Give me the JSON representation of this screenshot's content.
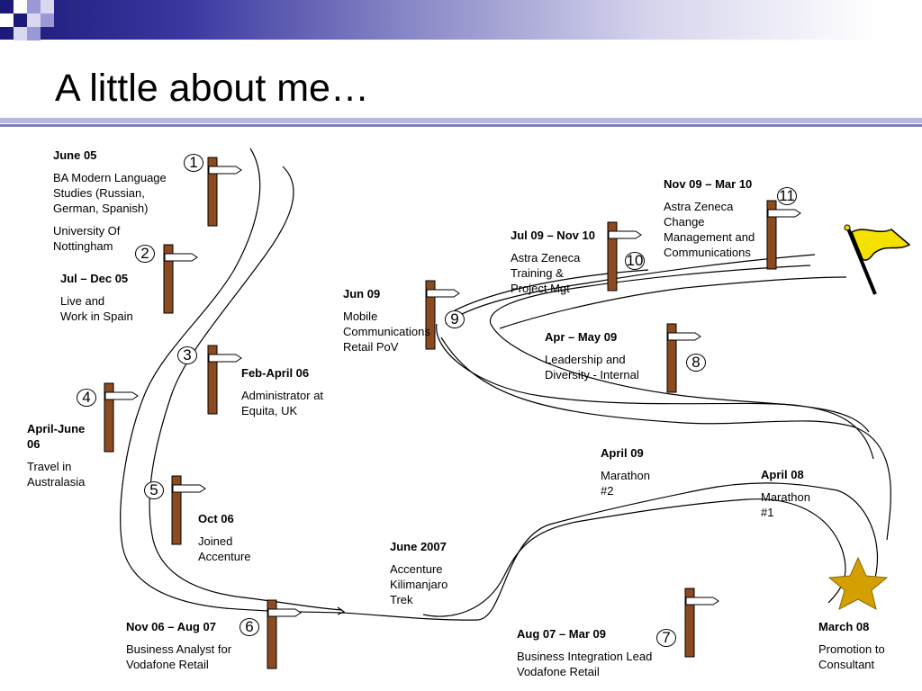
{
  "slide": {
    "title": "A little about me…"
  },
  "events": [
    {
      "num": "1",
      "date": "June 05",
      "lines": "BA Modern Language\nStudies (Russian,\nGerman, Spanish)",
      "lines2": "University Of\nNottingham"
    },
    {
      "num": "2",
      "date": "Jul – Dec  05",
      "lines": "Live and\nWork in Spain"
    },
    {
      "num": "3",
      "date": "Feb-April 06",
      "lines": "Administrator at\nEquita, UK"
    },
    {
      "num": "4",
      "date": "April-June\n06",
      "lines": "Travel in\nAustralasia"
    },
    {
      "num": "5",
      "date": "Oct 06",
      "lines": "Joined\nAccenture"
    },
    {
      "num": "6",
      "date": "Nov 06 – Aug 07",
      "lines": "Business Analyst for\nVodafone Retail"
    },
    {
      "num": "7",
      "date": "Aug 07 – Mar 09",
      "lines": "Business Integration Lead\nVodafone Retail"
    },
    {
      "num": "8",
      "date": "Apr – May 09",
      "lines": "Leadership and\nDiversity - Internal"
    },
    {
      "num": "9",
      "date": "Jun 09",
      "lines": "Mobile\nCommunications\nRetail PoV"
    },
    {
      "num": "10",
      "date": "Jul 09 – Nov 10",
      "lines": "Astra Zeneca\nTraining &\nProject Mgt"
    },
    {
      "num": "11",
      "date": "Nov 09 – Mar 10",
      "lines": "Astra Zeneca\nChange\nManagement and\nCommunications"
    }
  ],
  "milestones": [
    {
      "date": "June 2007",
      "lines": "Accenture\nKilimanjaro\nTrek"
    },
    {
      "date": "April 09",
      "lines": "Marathon\n#2"
    },
    {
      "date": "April 08",
      "lines": "Marathon\n#1"
    },
    {
      "date": "March 08",
      "lines": "Promotion to\nConsultant"
    }
  ],
  "colors": {
    "header_dark": "#1c1a78",
    "rule": "#7f7eb8",
    "signpost": "#8b4a1f",
    "flag": "#f4e100",
    "star": "#d4a000"
  },
  "icons": [
    "signpost-icon",
    "flag-icon",
    "star-icon"
  ]
}
